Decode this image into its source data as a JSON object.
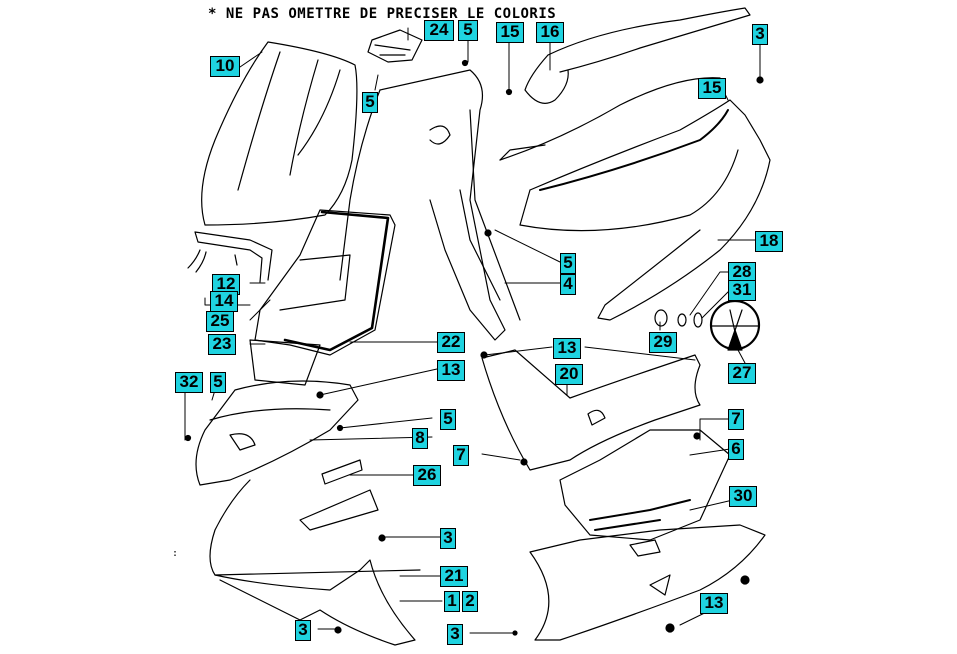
{
  "diagram": {
    "title": "* NE PAS OMETTRE DE PRECISER LE COLORIS",
    "label_color": "#1fd3e0",
    "stray_mark": ":",
    "callouts": [
      {
        "id": "c24a",
        "label": "24"
      },
      {
        "id": "c5a",
        "label": "5"
      },
      {
        "id": "c15a",
        "label": "15"
      },
      {
        "id": "c16",
        "label": "16"
      },
      {
        "id": "c3a",
        "label": "3"
      },
      {
        "id": "c10",
        "label": "10"
      },
      {
        "id": "c5b",
        "label": "5"
      },
      {
        "id": "c15b",
        "label": "15"
      },
      {
        "id": "c18",
        "label": "18"
      },
      {
        "id": "c5c",
        "label": "5"
      },
      {
        "id": "c4",
        "label": "4"
      },
      {
        "id": "c12",
        "label": "12"
      },
      {
        "id": "c14",
        "label": "14"
      },
      {
        "id": "c25",
        "label": "25"
      },
      {
        "id": "c23",
        "label": "23"
      },
      {
        "id": "c22",
        "label": "22"
      },
      {
        "id": "c28",
        "label": "28"
      },
      {
        "id": "c31",
        "label": "31"
      },
      {
        "id": "c29",
        "label": "29"
      },
      {
        "id": "c27",
        "label": "27"
      },
      {
        "id": "c13a",
        "label": "13"
      },
      {
        "id": "c20",
        "label": "20"
      },
      {
        "id": "c13b",
        "label": "13"
      },
      {
        "id": "c32",
        "label": "32"
      },
      {
        "id": "c5d",
        "label": "5"
      },
      {
        "id": "c5e",
        "label": "5"
      },
      {
        "id": "c8",
        "label": "8"
      },
      {
        "id": "c7a",
        "label": "7"
      },
      {
        "id": "c7b",
        "label": "7"
      },
      {
        "id": "c6",
        "label": "6"
      },
      {
        "id": "c26",
        "label": "26"
      },
      {
        "id": "c30",
        "label": "30"
      },
      {
        "id": "c3b",
        "label": "3"
      },
      {
        "id": "c21",
        "label": "21"
      },
      {
        "id": "c1",
        "label": "1"
      },
      {
        "id": "c2",
        "label": "2"
      },
      {
        "id": "c13c",
        "label": "13"
      },
      {
        "id": "c3c",
        "label": "3"
      },
      {
        "id": "c3d",
        "label": "3"
      }
    ]
  }
}
